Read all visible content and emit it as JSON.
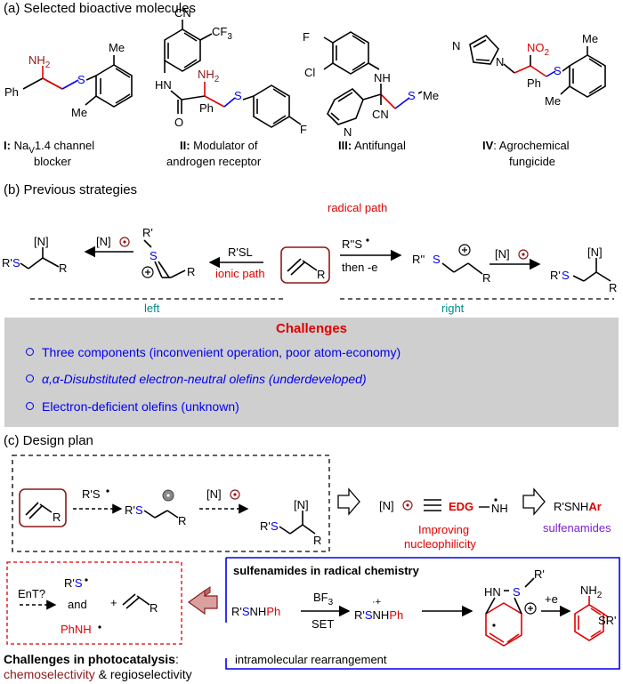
{
  "section_a": {
    "heading": "(a) Selected bioactive molecules",
    "molecules": [
      {
        "num": "I:",
        "name_1": " Na",
        "name_sub": "V",
        "name_2": "1.4 channel",
        "name_3": "blocker",
        "atoms": {
          "nh2": "NH",
          "nh2_sub": "2",
          "ph": "Ph",
          "s": "S",
          "me1": "Me",
          "me2": "Me"
        }
      },
      {
        "num": "II:",
        "name_1": " Modulator of",
        "name_2": "androgen receptor",
        "atoms": {
          "cn": "CN",
          "cf3": "CF",
          "cf3_sub": "3",
          "nh2": "NH",
          "nh2_sub": "2",
          "hn": "HN",
          "o": "O",
          "ph": "Ph",
          "s": "S",
          "f": "F"
        }
      },
      {
        "num": "III:",
        "name_1": " Antifungal",
        "atoms": {
          "f": "F",
          "cl": "Cl",
          "nh": "NH",
          "s": "S",
          "me": "Me",
          "cn": "CN",
          "n": "N"
        }
      },
      {
        "num": "IV",
        "name_1": ": Agrochemical",
        "name_2": "fungicide",
        "atoms": {
          "n1": "N",
          "n2": "N",
          "no2": "NO",
          "no2_sub": "2",
          "ph": "Ph",
          "s": "S",
          "me1": "Me",
          "me2": "Me"
        }
      }
    ]
  },
  "section_b": {
    "heading": "(b) Previous strategies",
    "radical_path": "radical path",
    "ionic_path": "ionic path",
    "reagent_left": "R'SL",
    "reagent_right": "R''S",
    "then": "then -e",
    "n_label": "[N]",
    "left": "left",
    "right": "right",
    "atoms": {
      "rp": "R'",
      "s": "S",
      "r": "R",
      "rpp": "R''"
    }
  },
  "challenges": {
    "title": "Challenges",
    "items": [
      "Three components (inconvenient operation, poor atom-economy)",
      "α,α-Disubstituted electron-neutral olefins (underdeveloped)",
      "Electron-deficient olefins (unknown)"
    ]
  },
  "section_c": {
    "heading": "(c) Design plan",
    "reagent": "R'S",
    "n_label": "[N]",
    "edg": "EDG",
    "nh": "NH",
    "improving_1": "Improving",
    "improving_2": "nucleophilicity",
    "sulfenamide_formula_1": "R'SNH",
    "sulfenamide_formula_2": "Ar",
    "sulfenamides": "sulfenamides",
    "ent": "EnT?",
    "and": "and",
    "phnh": "PhNH",
    "challenges_photo_1": "Challenges in photocatalysis",
    "challenges_photo_2": ":",
    "chemoselectivity": "chemoselectivity",
    "amp": " & ",
    "regioselectivity": "regioselectivity",
    "box_title": "sulfenamides in radical chemistry",
    "sm_1": "R'",
    "sm_2": "S",
    "sm_3": "NH",
    "sm_4": "Ph",
    "bf3": "BF",
    "bf3_sub": "3",
    "set": "SET",
    "rearrangement": "intramolecular rearrangement",
    "plus_e": "+e",
    "product_nh2": "NH",
    "product_nh2_sub": "2",
    "product_sr": "SR'",
    "int_hn": "HN",
    "int_s": "S",
    "int_r": "R'",
    "atoms": {
      "r": "R",
      "rp": "R'",
      "s": "S"
    }
  },
  "colors": {
    "red": "#e00000",
    "blue": "#0000ee",
    "darkred": "#8b1a1a",
    "teal": "#008b8b",
    "purple": "#7b1fd6",
    "gray": "#cfcfcf"
  }
}
